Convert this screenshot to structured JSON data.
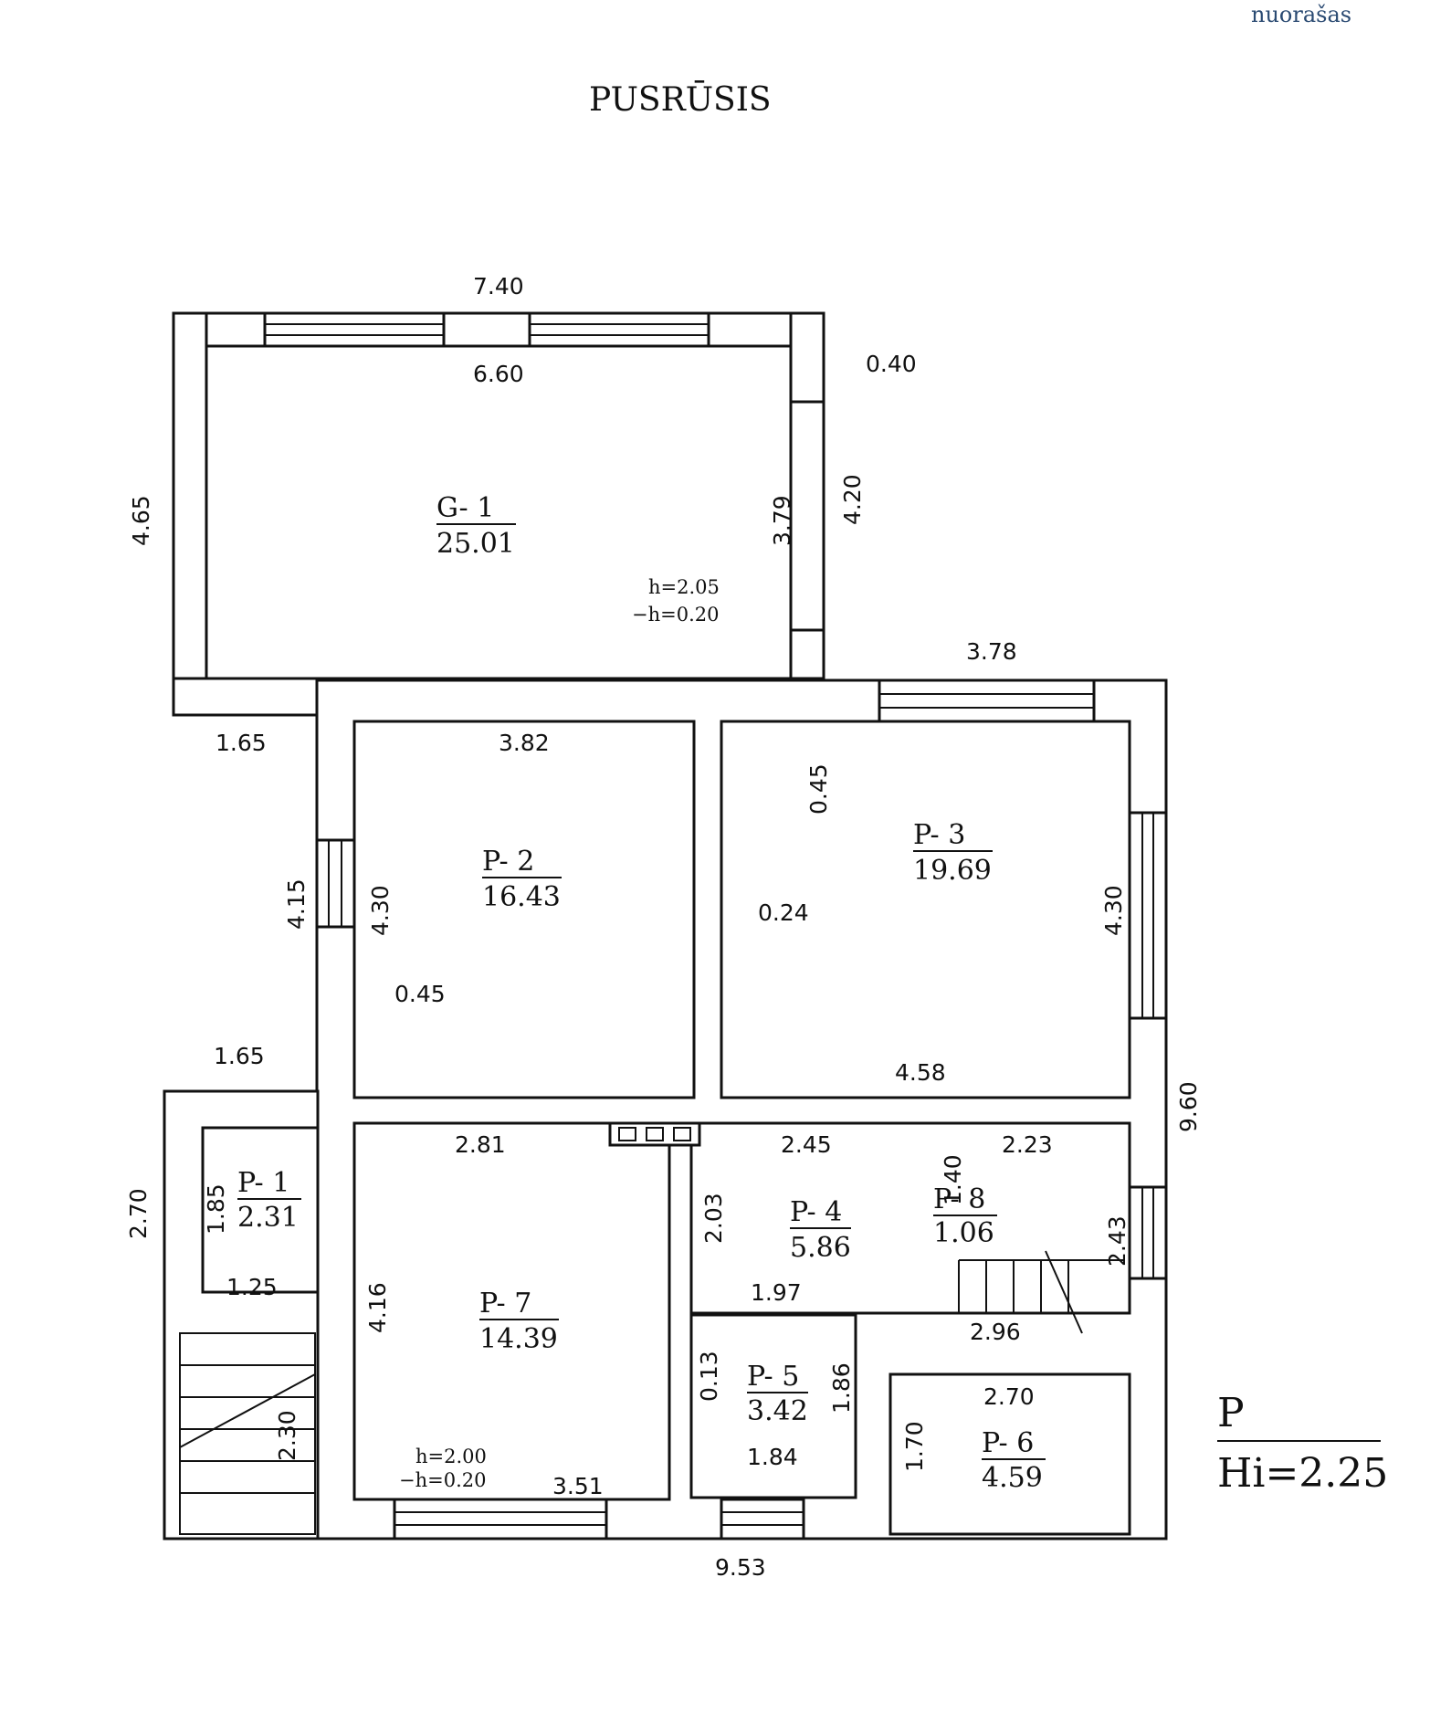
{
  "header": {
    "brand": "nuorašas",
    "title": "PUSRŪSIS"
  },
  "rooms": [
    {
      "code": "G- 1",
      "area": "25.01"
    },
    {
      "code": "P- 2",
      "area": "16.43"
    },
    {
      "code": "P- 3",
      "area": "19.69"
    },
    {
      "code": "P- 1",
      "area": "2.31"
    },
    {
      "code": "P- 7",
      "area": "14.39"
    },
    {
      "code": "P- 4",
      "area": "5.86"
    },
    {
      "code": "P- 8",
      "area": "1.06"
    },
    {
      "code": "P- 5",
      "area": "3.42"
    },
    {
      "code": "P- 6",
      "area": "4.59"
    }
  ],
  "heights": {
    "g1_h": "h=2.05",
    "g1_minus_h": "−h=0.20",
    "p7_h": "h=2.00",
    "p7_minus_h": "−h=0.20"
  },
  "dimensions": {
    "top_outer": "7.40",
    "top_inner": "6.60",
    "wall_040": "0.40",
    "g1_left": "4.65",
    "g1_inner_right": "3.79",
    "g1_outer_right": "4.20",
    "p3_top": "3.78",
    "g1_bottom_left": "1.65",
    "p2_top": "3.82",
    "wall_045_a": "0.45",
    "p2_left_outer": "4.15",
    "p2_left_inner": "4.30",
    "wall_024": "0.24",
    "wall_045_b": "0.45",
    "p3_right": "4.30",
    "p3_bottom": "4.58",
    "right_total": "9.60",
    "p1_top": "1.65",
    "p1_outer": "2.70",
    "p1_inner": "1.85",
    "p1_bottom": "1.25",
    "p7_top": "2.81",
    "p4_top": "2.45",
    "p8_top": "2.23",
    "p8_left": "1.40",
    "p4_left": "2.03",
    "stair_right": "2.43",
    "p4_bottom": "1.97",
    "stair_bottom": "2.96",
    "p7_left": "4.16",
    "stair_left": "2.30",
    "p5_left": "0.13",
    "p5_right": "1.86",
    "p5_bottom": "1.84",
    "p6_top": "2.70",
    "p6_left": "1.70",
    "p7_bottom": "3.51",
    "bottom_total": "9.53"
  },
  "legend": {
    "label": "P",
    "height": "Hi=2.25"
  }
}
